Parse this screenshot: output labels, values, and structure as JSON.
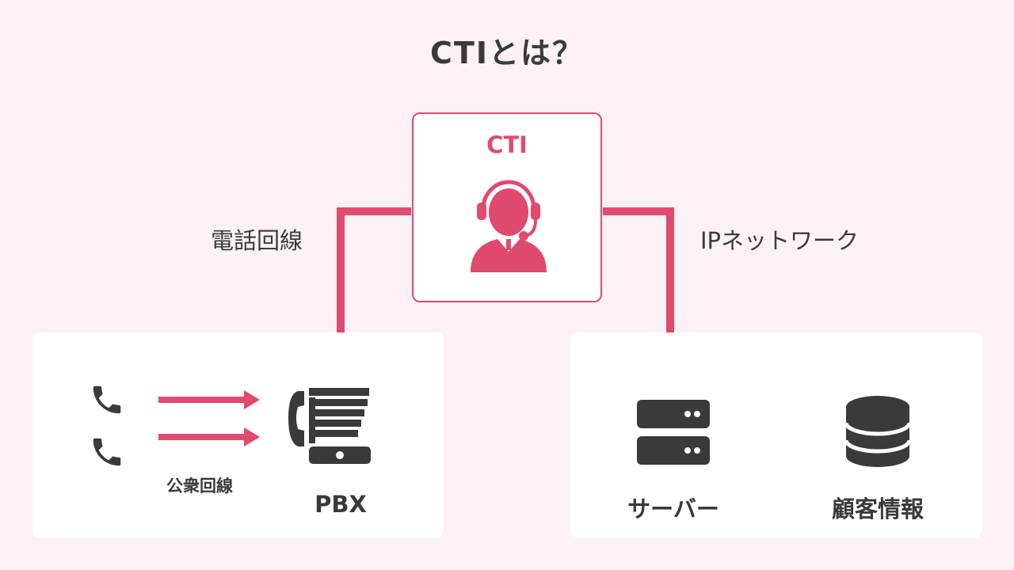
{
  "title": "CTIとは？",
  "cti_box": {
    "label": "CTI",
    "icon": "headset-operator-icon"
  },
  "connections": {
    "phone_line_label": "電話回線",
    "ip_network_label": "IPネットワーク"
  },
  "left_panel": {
    "public_line_label": "公衆回線",
    "pbx_label": "PBX",
    "icons": [
      "phone-icon",
      "phone-icon",
      "pbx-icon"
    ]
  },
  "right_panel": {
    "server_label": "サーバー",
    "customer_info_label": "顧客情報",
    "icons": [
      "server-icon",
      "database-icon"
    ]
  },
  "colors": {
    "accent": "#e04a6e",
    "icon": "#3a3a3a",
    "background": "#fcf2f5",
    "panel": "#ffffff"
  }
}
